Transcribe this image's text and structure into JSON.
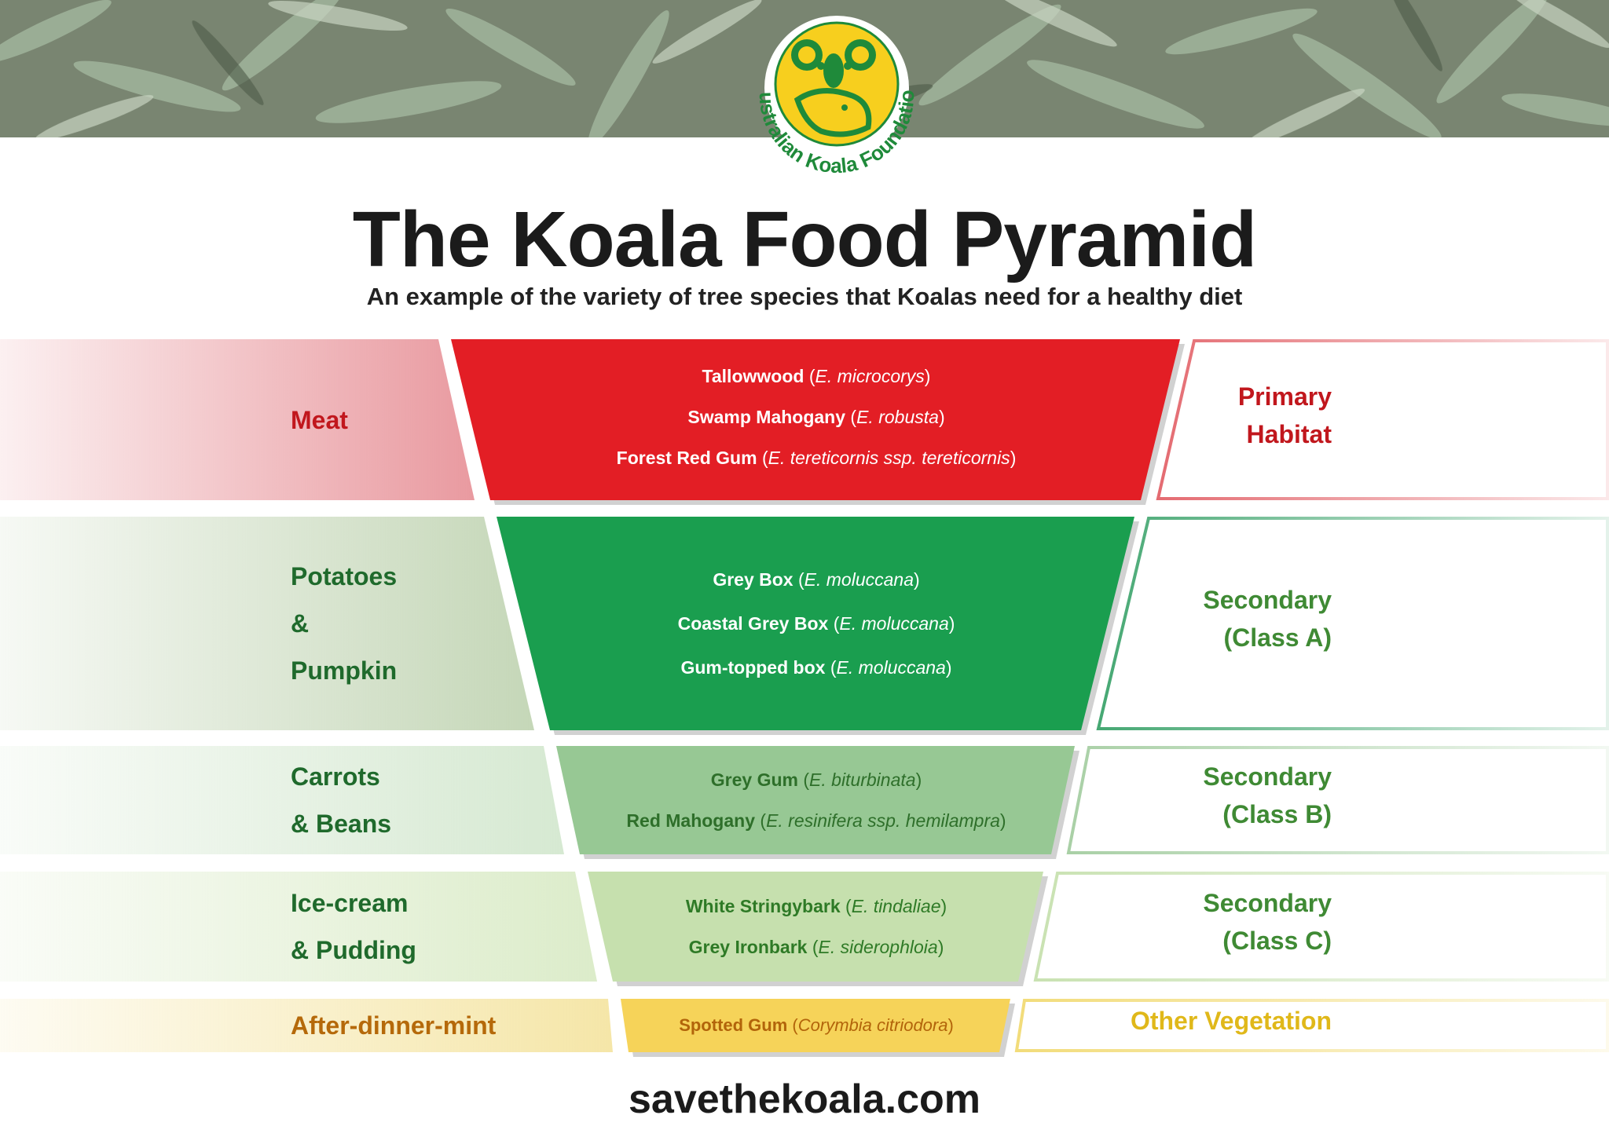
{
  "banner": {
    "logo_text": "Australian Koala Foundation"
  },
  "title": "The Koala Food Pyramid",
  "subtitle": "An example of the variety of tree species that Koalas need for a healthy diet",
  "tiers": [
    {
      "left_lines": [
        "Meat"
      ],
      "right_lines": [
        "Primary",
        "Habitat"
      ],
      "species": [
        {
          "name": "Tallowwood",
          "sci": "E. microcorys"
        },
        {
          "name": "Swamp Mahogany",
          "sci": "E. robusta"
        },
        {
          "name": "Forest Red Gum",
          "sci": "E. tereticornis ssp. tereticornis"
        }
      ],
      "colors": {
        "fill": "#e31e25",
        "text": "#ffffff",
        "label": "#c1171d",
        "side": "#e99aa0",
        "border": "#e46b71"
      }
    },
    {
      "left_lines": [
        "Potatoes",
        "&",
        "Pumpkin"
      ],
      "right_lines": [
        "Secondary",
        "(Class A)"
      ],
      "species": [
        {
          "name": "Grey Box",
          "sci": "E. moluccana"
        },
        {
          "name": "Coastal Grey Box",
          "sci": "E. moluccana"
        },
        {
          "name": "Gum-topped box",
          "sci": "E. moluccana"
        }
      ],
      "colors": {
        "fill": "#1a9e4f",
        "text": "#ffffff",
        "label": "#1f6a2c",
        "side": "#c5d7b8",
        "border": "#46a873"
      }
    },
    {
      "left_lines": [
        "Carrots",
        "& Beans"
      ],
      "right_lines": [
        "Secondary",
        "(Class B)"
      ],
      "species": [
        {
          "name": "Grey Gum",
          "sci": "E. biturbinata"
        },
        {
          "name": "Red Mahogany",
          "sci": "E. resinifera ssp. hemilampra"
        }
      ],
      "colors": {
        "fill": "#97c894",
        "text": "#2e6f2a",
        "label": "#1f6a2c",
        "side": "#d6e9d2",
        "border": "#a9d0a6"
      }
    },
    {
      "left_lines": [
        "Ice-cream",
        "& Pudding"
      ],
      "right_lines": [
        "Secondary",
        "(Class C)"
      ],
      "species": [
        {
          "name": "White Stringybark",
          "sci": "E. tindaliae"
        },
        {
          "name": "Grey Ironbark",
          "sci": "E. siderophloia"
        }
      ],
      "colors": {
        "fill": "#c6e0ae",
        "text": "#2e7a26",
        "label": "#1f6a2c",
        "side": "#dcecca",
        "border": "#c9e2b2"
      }
    },
    {
      "left_lines": [
        "After-dinner-mint"
      ],
      "right_lines": [
        "Other Vegetation"
      ],
      "species": [
        {
          "name": "Spotted Gum",
          "sci": "Corymbia citriodora"
        }
      ],
      "colors": {
        "fill": "#f6d359",
        "text": "#b2640a",
        "label": "#b5690a",
        "side": "#f5e6a8",
        "border": "#f2dc7a"
      }
    }
  ],
  "footer": "savethekoala.com"
}
